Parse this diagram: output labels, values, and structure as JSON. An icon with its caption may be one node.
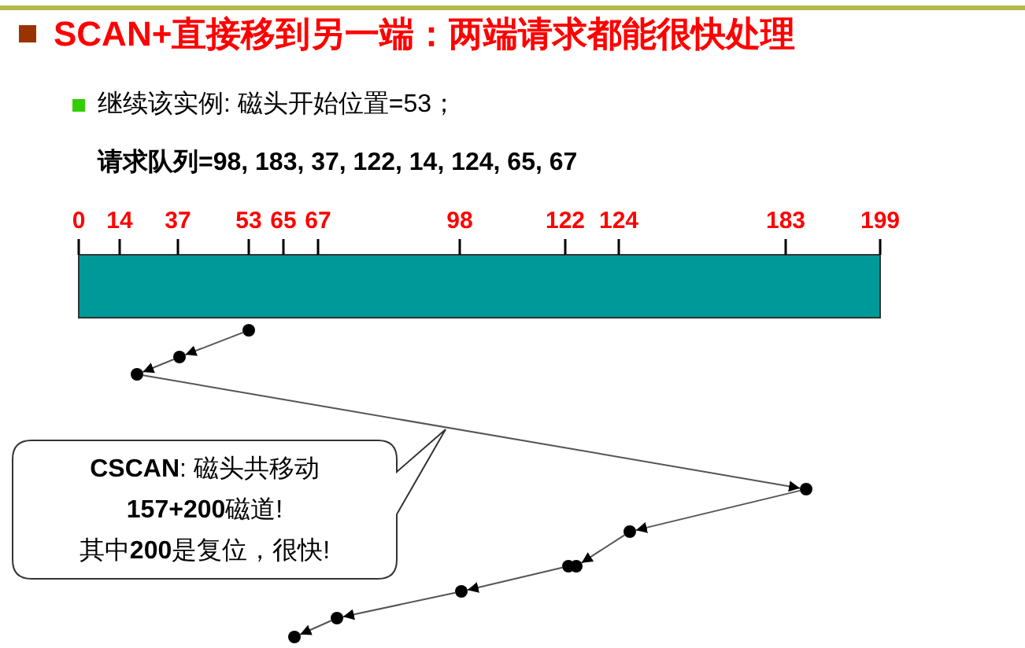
{
  "diagram": {
    "title": "SCAN+直接移到另一端：两端请求都能很快处理",
    "nodes": [
      {
        "text": [],
        "shape": "circle"
      },
      {
        "text": [],
        "shape": "circle"
      },
      {
        "text": [],
        "shape": "circle"
      },
      {
        "text": [],
        "shape": "circle"
      },
      {
        "text": [],
        "shape": "circle"
      },
      {
        "text": [],
        "shape": "circle"
      },
      {
        "text": [],
        "shape": "circle"
      },
      {
        "text": [],
        "shape": "circle"
      },
      {
        "text": [],
        "shape": "circle"
      },
      {
        "text": [],
        "shape": "circle"
      },
      {
        "text": [
          "**CSCAN**: 磁头共移动",
          "**157+200**磁道!",
          "其中**200**是复位，很快!"
        ]
      }
    ],
    "edges": [
      {
        "from": 0,
        "to": 1,
        "arrow": "to"
      },
      {
        "from": 1,
        "to": 2,
        "arrow": "to"
      },
      {
        "from": 2,
        "to": 3,
        "arrow": "to"
      },
      {
        "from": 3,
        "to": 4,
        "arrow": "to"
      },
      {
        "from": 4,
        "to": 6,
        "arrow": "to"
      },
      {
        "from": 5,
        "to": 7,
        "arrow": "to"
      },
      {
        "from": 7,
        "to": 8,
        "arrow": "to"
      },
      {
        "from": 8,
        "to": 9,
        "arrow": "to"
      }
    ],
    "labels": [
      "继续该实例: 磁头开始位置=53；",
      "请求队列=98, 183, 37, 122, 14, 124, 65, 67",
      "0",
      "14",
      "37",
      "53",
      "65",
      "67",
      "98",
      "122",
      "124",
      "183",
      "199"
    ]
  }
}
